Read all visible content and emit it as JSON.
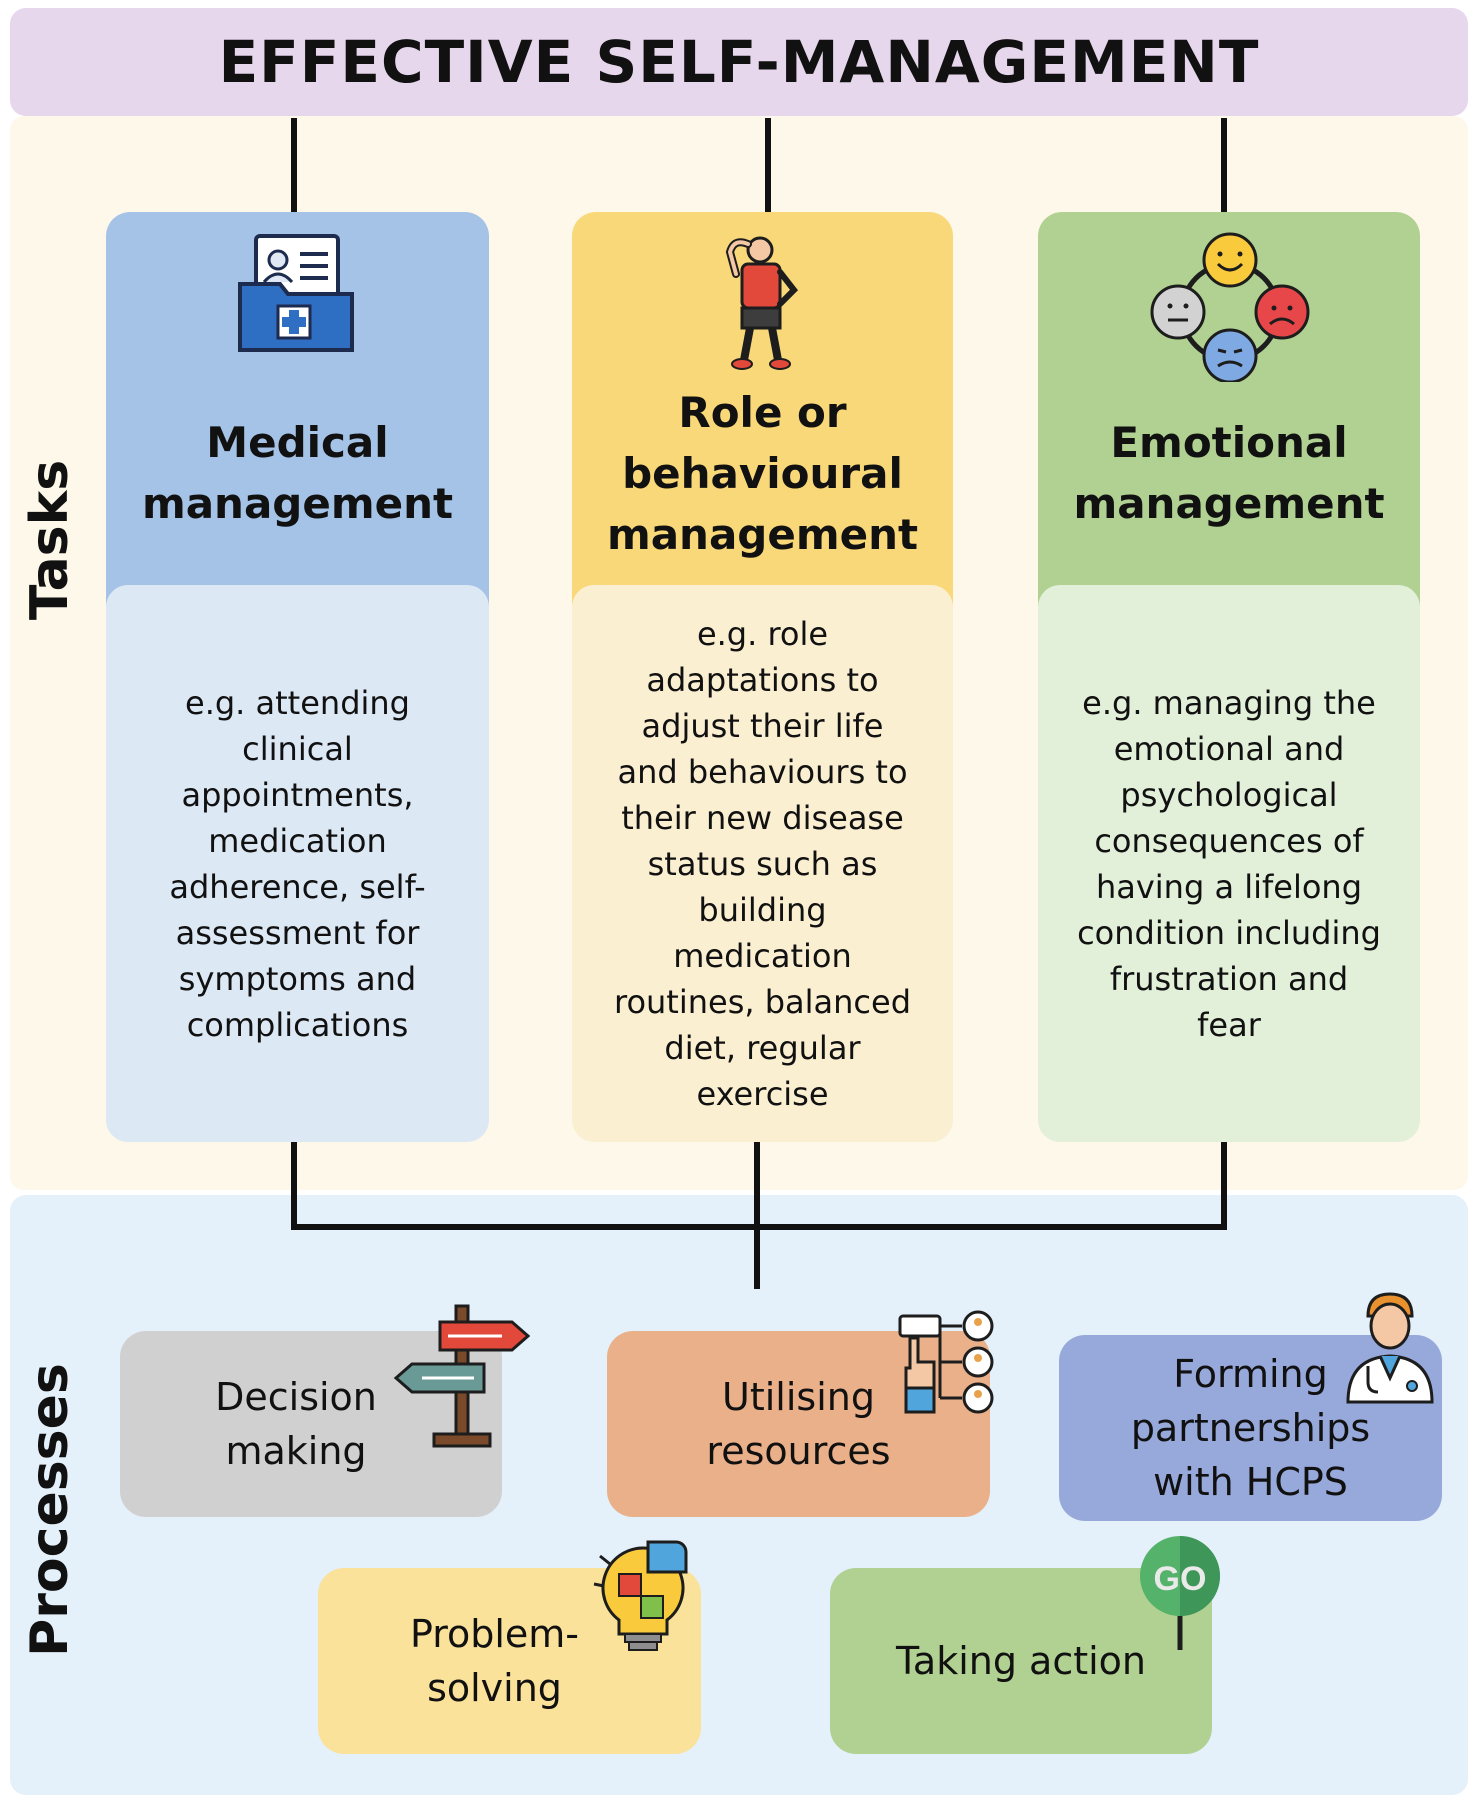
{
  "header": {
    "title": "EFFECTIVE SELF-MANAGEMENT"
  },
  "sections": {
    "tasks": "Tasks",
    "processes": "Processes"
  },
  "tasks": [
    {
      "title": "Medical\nmanagement",
      "description": "e.g. attending\nclinical\nappointments,\nmedication\nadherence, self-\nassessment for\nsymptoms and\ncomplications",
      "icon": "medical-folder-icon"
    },
    {
      "title": "Role or\nbehavioural\nmanagement",
      "description": "e.g. role\nadaptations to\nadjust their life\nand behaviours to\ntheir new disease\nstatus such as\nbuilding\nmedication\nroutines, balanced\ndiet, regular\nexercise",
      "icon": "exercise-person-icon"
    },
    {
      "title": "Emotional\nmanagement",
      "description": "e.g. managing the\nemotional and\npsychological\nconsequences of\nhaving a lifelong\ncondition including\nfrustration and\nfear",
      "icon": "emotions-faces-icon"
    }
  ],
  "processes": [
    {
      "label": "Decision\nmaking",
      "icon": "signpost-icon"
    },
    {
      "label": "Utilising\nresources",
      "icon": "network-hand-icon"
    },
    {
      "label": "Forming\npartnerships\nwith HCPS",
      "icon": "doctor-icon"
    },
    {
      "label": "Problem-\nsolving",
      "icon": "puzzle-bulb-icon"
    },
    {
      "label": "Taking action",
      "icon": "go-sign-icon",
      "icon_text": "GO"
    }
  ],
  "colors": {
    "header": "#e6d7ec",
    "tasks_band": "#fdf8e9",
    "processes_band": "#e4f0fa",
    "medical_top": "#a5c3e6",
    "medical_bottom": "#dde8f5",
    "role_top": "#f8d878",
    "role_bottom": "#fbefd2",
    "emotional_top": "#b1d192",
    "emotional_bottom": "#e2efd9",
    "decision": "#d1d0d1",
    "resources": "#eab08a",
    "partnerships": "#97a9da",
    "problem": "#fae29b",
    "action": "#b1d192"
  }
}
